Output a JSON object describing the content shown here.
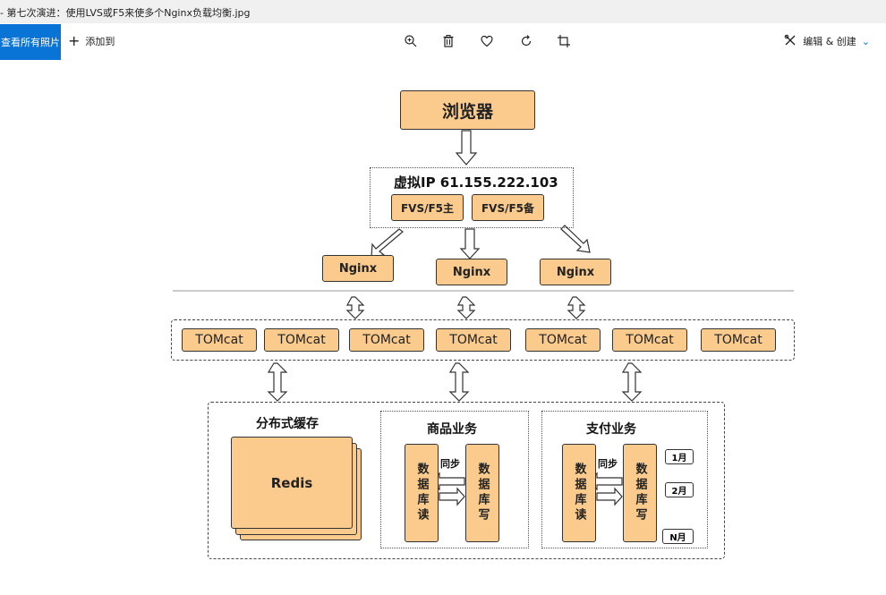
{
  "window": {
    "title": "- 第七次演进：使用LVS或F5来使多个Nginx负载均衡.jpg"
  },
  "toolbar": {
    "view_all_label": "查看所有照片",
    "add_label": "添加到",
    "edit_label": "编辑 & 创建",
    "icons": [
      "zoom-in-icon",
      "delete-icon",
      "favorite-heart-icon",
      "rotate-icon",
      "crop-icon"
    ]
  },
  "diagram": {
    "browser": "浏览器",
    "vip": "虚拟IP 61.155.222.103",
    "lb_primary": "FVS/F5主",
    "lb_backup": "FVS/F5备",
    "nginx": [
      "Nginx",
      "Nginx",
      "Nginx"
    ],
    "tomcat": [
      "TOMcat",
      "TOMcat",
      "TOMcat",
      "TOMcat",
      "TOMcat",
      "TOMcat",
      "TOMcat"
    ],
    "cache_title": "分布式缓存",
    "redis": "Redis",
    "goods_title": "商品业务",
    "pay_title": "支付业务",
    "db_read": "数据库读",
    "db_write": "数据库写",
    "sync": "同步",
    "months": [
      "1月",
      "2月",
      "N月"
    ]
  }
}
